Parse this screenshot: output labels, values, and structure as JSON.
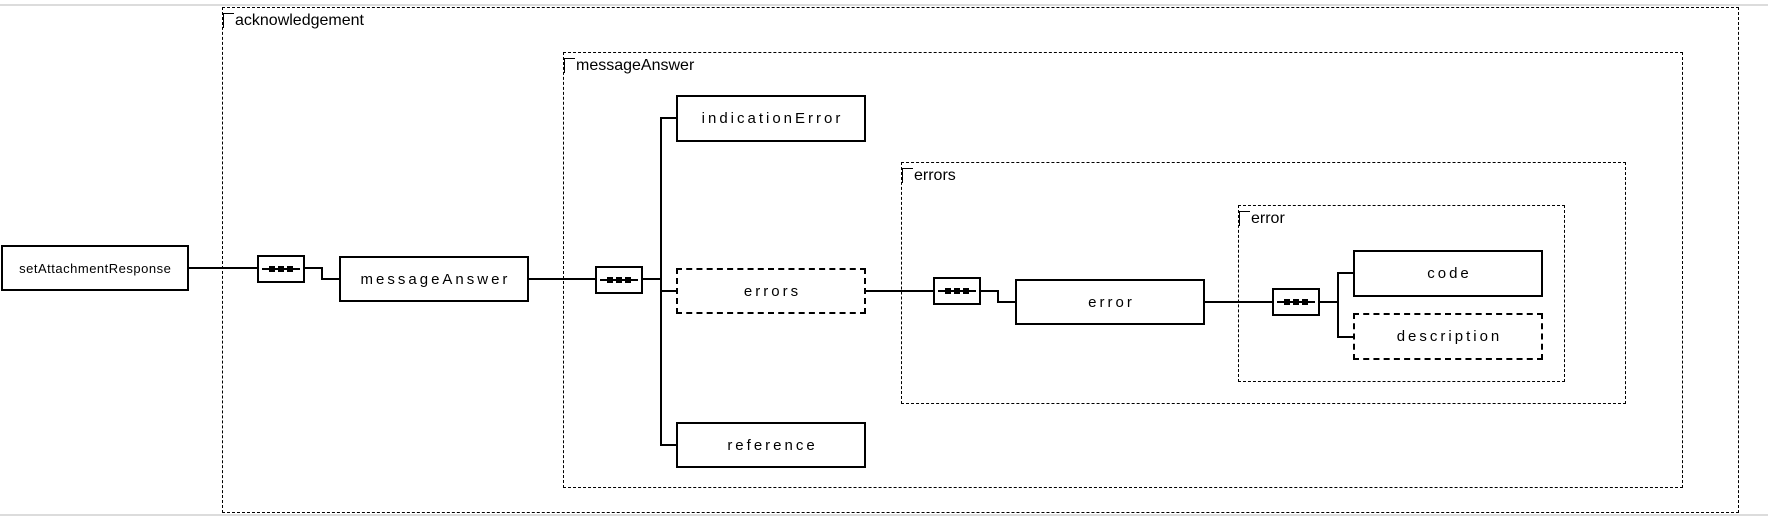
{
  "colors": {
    "line": "#000000",
    "background": "#ffffff",
    "pane_edge_gray": "#dcdcdc"
  },
  "diagram": {
    "type": "xml-schema-content-model",
    "root_element": {
      "label": "setAttachmentResponse"
    },
    "groups": {
      "acknowledgement": {
        "label": "acknowledgement"
      },
      "messageAnswer": {
        "label": "messageAnswer"
      },
      "errors": {
        "label": "errors"
      },
      "error": {
        "label": "error"
      }
    },
    "elements": {
      "messageAnswer": {
        "label": "messageAnswer",
        "optional": false
      },
      "indicationError": {
        "label": "indicationError",
        "optional": false
      },
      "errors": {
        "label": "errors",
        "optional": true
      },
      "reference": {
        "label": "reference",
        "optional": false
      },
      "error": {
        "label": "error",
        "optional": false
      },
      "code": {
        "label": "code",
        "optional": false
      },
      "description": {
        "label": "description",
        "optional": true
      }
    },
    "compositor": {
      "kind": "sequence"
    }
  }
}
